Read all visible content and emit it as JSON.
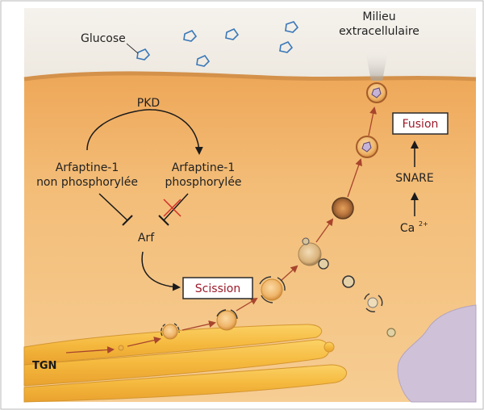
{
  "labels": {
    "glucose": "Glucose",
    "milieu_line1": "Milieu",
    "milieu_line2": "extracellulaire",
    "pkd": "PKD",
    "arfaptine_np_line1": "Arfaptine-1",
    "arfaptine_np_line2": "non phosphorylée",
    "arfaptine_p_line1": "Arfaptine-1",
    "arfaptine_p_line2": "phosphorylée",
    "arf": "Arf",
    "scission": "Scission",
    "fusion": "Fusion",
    "snare": "SNARE",
    "calcium": "Ca",
    "calcium_sup": "2+",
    "tgn": "TGN"
  },
  "colors": {
    "extracellular": "#f2efe9",
    "cytoplasm": "#f0b468",
    "membrane": "#d99b4e",
    "tgn_fill": "#f7c24a",
    "glucose": "#3a78b8",
    "arrow_brown": "#a8452d",
    "label_red": "#9c1a2a",
    "block_red": "#d2302a",
    "nucleus": "#cfc2d8"
  }
}
